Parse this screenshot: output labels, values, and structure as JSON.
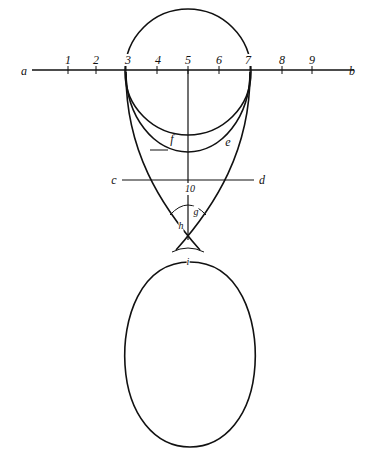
{
  "diagram": {
    "labels": [
      "a",
      "1",
      "2",
      "3",
      "4",
      "5",
      "6",
      "7",
      "8",
      "9",
      "b",
      "f",
      "e",
      "c",
      "10",
      "d",
      "h",
      "g",
      "i"
    ]
  }
}
